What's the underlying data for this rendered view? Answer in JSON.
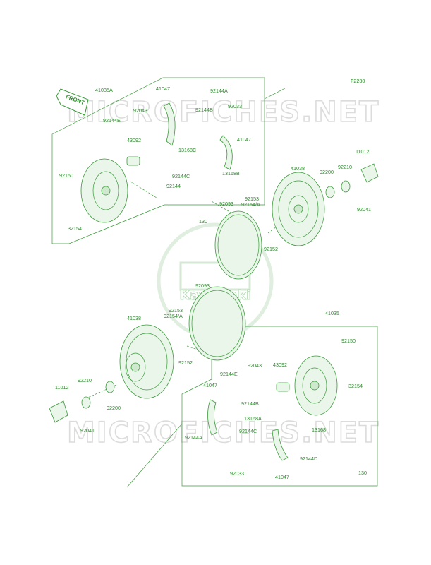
{
  "figure_code": "F2230",
  "watermark": {
    "text": "MICROFICHES.NET",
    "logo_text": "Kawasaki"
  },
  "front_marker": "FRONT",
  "part_labels": [
    "41035A",
    "41047",
    "92144A",
    "92043",
    "92144E",
    "92144B",
    "92033",
    "43092",
    "13168C",
    "41047",
    "92150",
    "92144C",
    "13168B",
    "92144",
    "32154",
    "130",
    "41038",
    "11012",
    "92200",
    "92210",
    "92153",
    "92154/A",
    "92093",
    "92041",
    "92152",
    "92093",
    "92153",
    "92154/A",
    "41038",
    "92152",
    "41035",
    "92150",
    "92210",
    "11012",
    "92200",
    "92041",
    "92043",
    "92144E",
    "43092",
    "32154",
    "41047",
    "92144B",
    "13168A",
    "92144A",
    "92144C",
    "13168",
    "92144D",
    "92033",
    "41047",
    "130"
  ]
}
